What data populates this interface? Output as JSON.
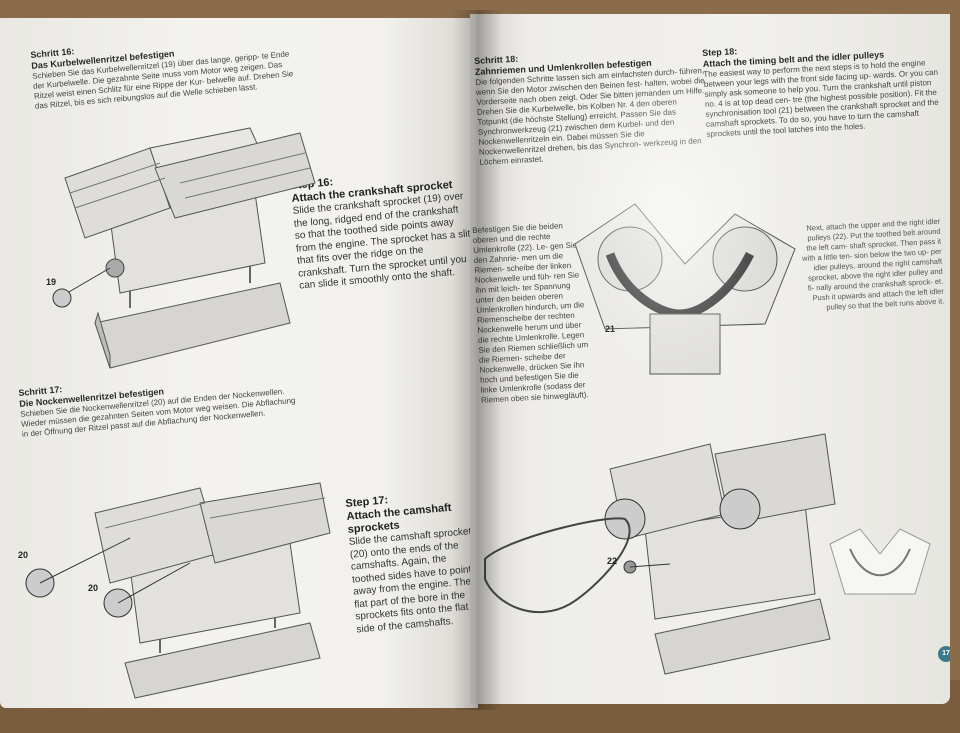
{
  "left_page": {
    "schritt16": {
      "heading": "Schritt 16:",
      "title": "Das Kurbelwellenritzel befestigen",
      "text": "Schieben Sie das Kurbelwellenritzel (19) über das lange, geripp- te Ende der Kurbelwelle. Die gezahnte Seite muss vom Motor weg zeigen. Das Ritzel weist einen Schlitz für eine Rippe der Kur- belwelle auf. Drehen Sie das Ritzel, bis es sich reibungslos auf die Welle schieben lässt."
    },
    "step16": {
      "heading": "Step 16:",
      "title": "Attach the crankshaft sprocket",
      "text": "Slide the crankshaft sprocket (19) over the long, ridged end of the crankshaft so that the toothed side points away from the engine. The sprocket has a slit that fits over the ridge on the crankshaft. Turn the sprocket until you can slide it smoothly onto the shaft."
    },
    "schritt17": {
      "heading": "Schritt 17:",
      "title": "Die Nockenwellenritzel befestigen",
      "text": "Schieben Sie die Nockenwellenritzel (20) auf die Enden der Nockenwellen. Wieder müssen die gezahnten Seiten vom Motor weg weisen. Die Abflachung in der Öffnung der Ritzel passt auf die Abflachung der Nockenwellen."
    },
    "step17": {
      "heading": "Step 17:",
      "title": "Attach the camshaft sprockets",
      "text": "Slide the camshaft sprockets (20) onto the ends of the camshafts. Again, the toothed sides have to point away from the engine. The flat part of the bore in the sprockets fits onto the flat side of the camshafts."
    },
    "labels": {
      "part19": "19",
      "part20a": "20",
      "part20b": "20"
    }
  },
  "right_page": {
    "schritt18": {
      "heading": "Schritt 18:",
      "title": "Zahnriemen und Umlenkrollen befestigen",
      "text": "Die folgenden Schritte lassen sich am einfachsten durch- führen, wenn Sie den Motor zwischen den Beinen fest- halten, wobei die Vorderseite nach oben zeigt. Oder Sie bitten jemanden um Hilfe. Drehen Sie die Kurbelwelle, bis Kolben Nr. 4 den oberen Totpunkt (die höchste Stellung) erreicht. Passen Sie das Synchronwerkzeug (21) zwischen dem Kurbel- und den Nockenwellenritzeln ein. Dabei müssen Sie die Nockenwellenritzel drehen, bis das Synchron- werkzeug in den Löchern einrastet.",
      "text2": "Befestigen Sie die beiden oberen und die rechte Umlenkrolle (22). Le- gen Sie den Zahnrie- men um die Riemen- scheibe der linken Nockenwelle und füh- ren Sie ihn mit leich- ter Spannung unter den beiden oberen Umlenkrollen hindurch, um die Riemenscheibe der rechten Nockenwelle herum und über die rechte Umlenkrolle. Legen Sie den Riemen schließlich um die Riemen- scheibe der Nockenwelle, drücken Sie ihn hoch und befestigen Sie die linke Umlenkrolle (sodass der Riemen oben sie hinwegläuft)."
    },
    "step18": {
      "heading": "Step 18:",
      "title": "Attach the timing belt and the idler pulleys",
      "text": "The easiest way to perform the next steps is to hold the engine between your legs with the front side facing up- wards. Or you can simply ask someone to help you. Turn the crankshaft until piston no. 4 is at top dead cen- tre (the highest possible position). Fit the synchronisation tool (21) between the crankshaft sprocket and the camshaft sprockets. To do so, you have to turn the camshaft sprockets until the tool latches into the holes.",
      "text2": "Next, attach the upper and the right idler pulleys (22). Put the toothed belt around the left cam- shaft sprocket. Then pass it with a little ten- sion below the two up- per idler pulleys, around the right camshaft sprocket, above the right idler pulley and fi- nally around the crankshaft sprock- et. Push it upwards and attach the left idler pulley so that the belt runs above it."
    },
    "labels": {
      "part21": "21",
      "part22": "22"
    },
    "page_number": "17"
  }
}
